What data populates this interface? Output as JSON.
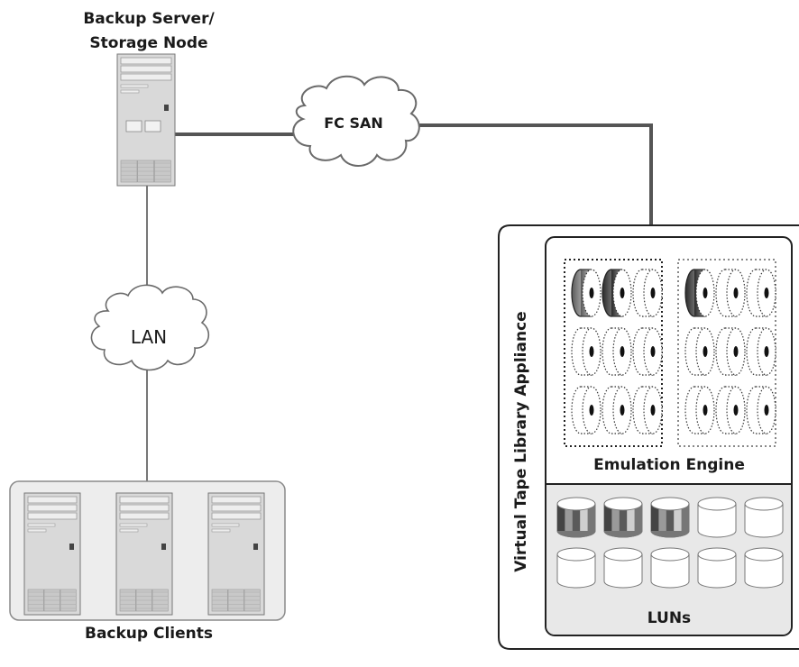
{
  "labels": {
    "backup_server_line1": "Backup Server/",
    "backup_server_line2": "Storage Node",
    "backup_clients": "Backup Clients",
    "fc_san": "FC SAN",
    "lan": "LAN",
    "vtl_appliance": "Virtual Tape Library Appliance",
    "emulation_engine": "Emulation Engine",
    "luns": "LUNs"
  },
  "colors": {
    "line": "#555555",
    "cloud_stroke": "#6a6a6a",
    "panel_border": "#222222",
    "luns_fill": "#e8e8e8",
    "server_body": "#d9d9d9",
    "tape_dark": "#3a3a3a",
    "tape_mid": "#777777"
  },
  "client_count": 3,
  "tape_libraries": [
    {
      "frame_style": "dotted-dark",
      "tapes": [
        [
          "gray",
          "dark",
          "empty"
        ],
        [
          "empty",
          "empty",
          "empty"
        ],
        [
          "empty",
          "empty",
          "empty"
        ]
      ]
    },
    {
      "frame_style": "dotted-gray",
      "tapes": [
        [
          "dark",
          "empty",
          "empty"
        ],
        [
          "empty",
          "empty",
          "empty"
        ],
        [
          "empty",
          "empty",
          "empty"
        ]
      ]
    }
  ],
  "luns": [
    [
      "striped",
      "striped",
      "striped",
      "plain",
      "plain"
    ],
    [
      "plain",
      "plain",
      "plain",
      "plain",
      "plain"
    ]
  ]
}
